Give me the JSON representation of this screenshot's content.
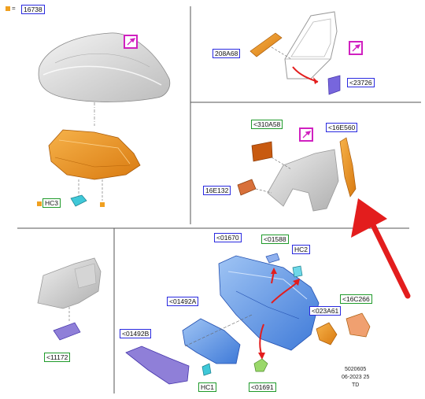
{
  "legend": {
    "equals": "=",
    "code": "16738"
  },
  "callouts": {
    "c16738": "16738",
    "c208A68": "208A68",
    "c23726": "<23726",
    "c310A58": "<310A58",
    "c16E560": "<16E560",
    "c16E132": "16E132",
    "cHC3": "HC3",
    "c11172": "<11172",
    "c01670": "<01670",
    "c01588": "<01588",
    "cHC2": "HC2",
    "c01492A": "<01492A",
    "c01492B": "<01492B",
    "c023A61": "<023A61",
    "c16C266": "<16C266",
    "cHC1": "HC1",
    "c01691": "<01691"
  },
  "stamp": {
    "line1": "5020605",
    "line2": "06-2023 25",
    "line3": "TD"
  },
  "colors": {
    "orange_part": "#f0a020",
    "blue_part": "#2a2ae0",
    "green_outline": "#1f9a2a",
    "magenta": "#d020c0",
    "red_arrow": "#e31d1d"
  },
  "icons": [
    "magnifier-icon",
    "red-arrow-icon"
  ]
}
